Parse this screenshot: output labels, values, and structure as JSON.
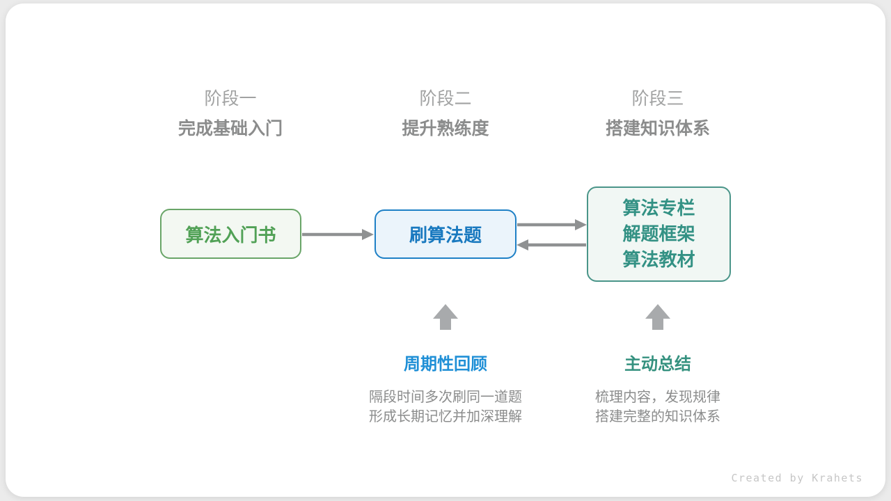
{
  "stages": [
    {
      "label": "阶段一",
      "subtitle": "完成基础入门"
    },
    {
      "label": "阶段二",
      "subtitle": "提升熟练度"
    },
    {
      "label": "阶段三",
      "subtitle": "搭建知识体系"
    }
  ],
  "nodes": [
    {
      "label": "算法入门书"
    },
    {
      "label": "刷算法题"
    },
    {
      "lines": [
        "算法专栏",
        "解题框架",
        "算法教材"
      ]
    }
  ],
  "annotations": [
    {
      "title": "周期性回顾",
      "desc": [
        "隔段时间多次刷同一道题",
        "形成长期记忆并加深理解"
      ]
    },
    {
      "title": "主动总结",
      "desc": [
        "梳理内容，发现规律",
        "搭建完整的知识体系"
      ]
    }
  ],
  "footer": {
    "credit": "Created by Krahets"
  },
  "colors": {
    "page_background": "#EBEBEB",
    "card_background": "#FFFFFF",
    "stage_label_gray": "#A1A2A2",
    "stage_subtitle_gray": "#8B8C8C",
    "node_green_border": "#69A568",
    "node_green_fill": "#F3F8F2",
    "node_green_text": "#51A156",
    "node_blue_border": "#1E80C6",
    "node_blue_fill": "#EBF4FB",
    "node_blue_text": "#1979BF",
    "node_teal_border": "#4A9589",
    "node_teal_fill": "#F1F7F4",
    "node_teal_text": "#339184",
    "arrow_gray": "#8F9192",
    "block_arrow_gray": "#A8AAAC",
    "annotation_blue": "#1F8FD6",
    "annotation_teal": "#35917F",
    "desc_gray": "#8B8C8C",
    "footer_gray": "#C6C6C6"
  }
}
